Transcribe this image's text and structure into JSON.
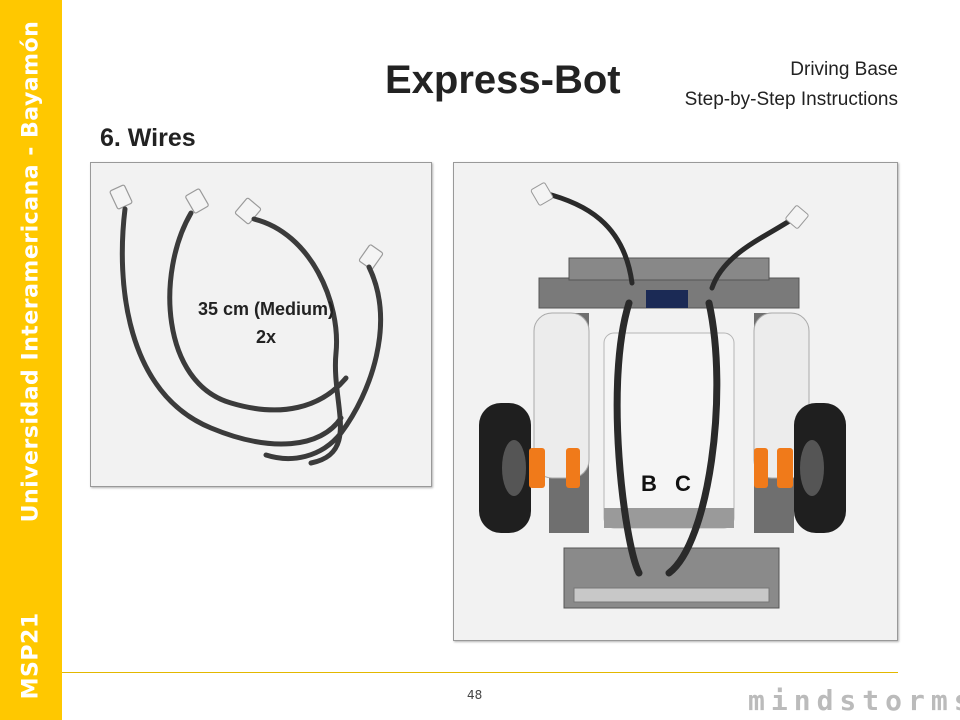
{
  "sidebar": {
    "org": "Universidad Interamericana - Bayamón",
    "code": "MSP21",
    "color": "#ffc800"
  },
  "header": {
    "title": "Express-Bot",
    "subtitle_line1": "Driving Base",
    "subtitle_line2": "Step-by-Step Instructions"
  },
  "step": {
    "title": "6. Wires"
  },
  "left_panel": {
    "label_line1": "35 cm (Medium)",
    "label_line2": "2x"
  },
  "right_panel": {
    "port_b": "B",
    "port_c": "C"
  },
  "footer": {
    "page_number": "48",
    "brand": "mindstorms"
  }
}
